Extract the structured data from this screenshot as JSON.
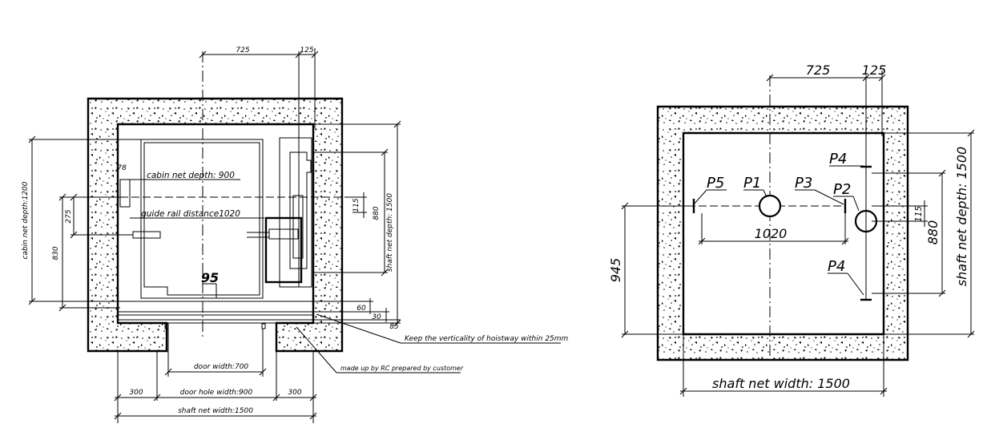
{
  "left_plan": {
    "top_725": "725",
    "top_125": "125",
    "d78": "78",
    "cabin_net_depth_label": "cabin net depth: 900",
    "guide_rail_label": "guide rail distance1020",
    "cabin_net_depth_left": "cabin net depth:1200",
    "d275": "275",
    "d830": "830",
    "d95": "95",
    "d115": "115",
    "d880": "880",
    "shaft_depth_right": "shaft net depth: 1500",
    "d60": "60",
    "d30": "30",
    "d85": "85",
    "verticality_note": "Keep the verticality of hoistway within 25mm",
    "rc_note": "made up by RC prepared by customer",
    "door_width": "door width:700",
    "left_300": "300",
    "door_hole_width": "door hole width:900",
    "right_300": "300",
    "shaft_width": "shaft net width:1500"
  },
  "right_plan": {
    "top_725": "725",
    "top_125": "125",
    "p1": "P1",
    "p2": "P2",
    "p3": "P3",
    "p4_top": "P4",
    "p4_bottom": "P4",
    "p5": "P5",
    "d1020": "1020",
    "d945": "945",
    "d115": "115",
    "d880": "880",
    "shaft_depth": "shaft net depth: 1500",
    "shaft_width": "shaft net width: 1500"
  }
}
